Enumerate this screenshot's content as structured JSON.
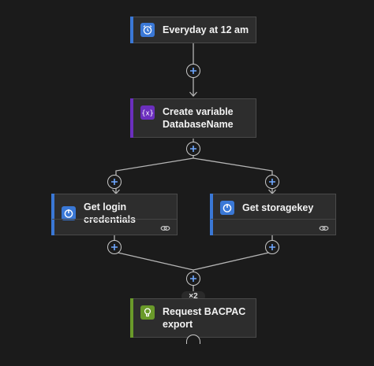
{
  "colors": {
    "background": "#1b1b1b",
    "card": "#2d2d2d",
    "trigger_accent": "#3a78d6",
    "variable_accent": "#6b2fbe",
    "http_accent": "#3a78d6",
    "connector_accent": "#6a9a2a",
    "connector_line": "#b5b5b5",
    "add_step_plus": "#6fa8ff"
  },
  "nodes": {
    "trigger": {
      "title": "Everyday at 12 am",
      "icon": "alarm-clock-icon"
    },
    "variable": {
      "title_line1": "Create variable",
      "title_line2": "DatabaseName",
      "icon": "variable-braces-icon"
    },
    "login": {
      "title": "Get login credentials",
      "icon": "power-timer-icon",
      "footer_icon": "link-icon"
    },
    "storage": {
      "title": "Get storagekey",
      "icon": "power-timer-icon",
      "footer_icon": "link-icon"
    },
    "export": {
      "title_line1": "Request BACPAC",
      "title_line2": "export",
      "icon": "lightbulb-icon"
    }
  },
  "merge_badge": "×2"
}
